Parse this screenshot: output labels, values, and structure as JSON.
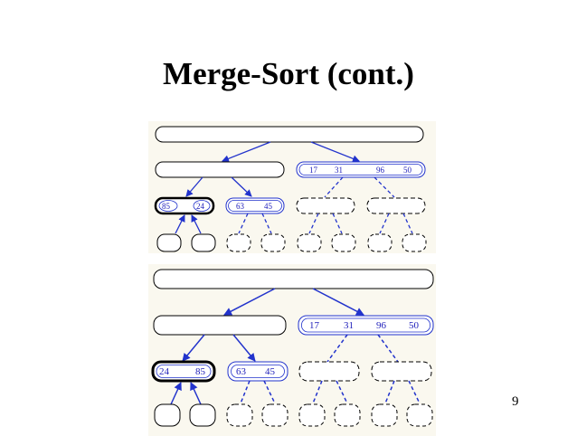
{
  "slide": {
    "title": "Merge-Sort (cont.)",
    "page_number": "9"
  },
  "colors": {
    "arrow": "#2233cc",
    "panel_bg": "#faf8ef",
    "number_text": "#2222bb"
  },
  "diagram1": {
    "right_child_values": [
      "17",
      "31",
      "96",
      "50"
    ],
    "left_leaf_pair_values": [
      "85",
      "24"
    ],
    "right_leaf_pair_values": [
      "63",
      "45"
    ]
  },
  "diagram2": {
    "right_child_values": [
      "17",
      "31",
      "96",
      "50"
    ],
    "left_leaf_pair_values": [
      "24",
      "85"
    ],
    "right_leaf_pair_values": [
      "63",
      "45"
    ]
  }
}
